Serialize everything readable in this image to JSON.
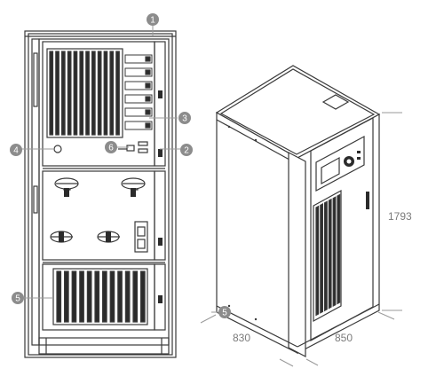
{
  "callouts": [
    {
      "id": "1",
      "label": "1"
    },
    {
      "id": "2",
      "label": "2"
    },
    {
      "id": "3",
      "label": "3"
    },
    {
      "id": "4",
      "label": "4"
    },
    {
      "id": "5",
      "label": "5"
    },
    {
      "id": "6",
      "label": "6"
    },
    {
      "id": "5b",
      "label": "5"
    }
  ],
  "dimensions": {
    "height": "1793",
    "depth": "830",
    "width": "850"
  },
  "colors": {
    "badge": "#8c8c8c",
    "outline": "#3a3a3a",
    "fill_dark": "#2b2b2b",
    "dimension_text": "#7a7a7a"
  }
}
